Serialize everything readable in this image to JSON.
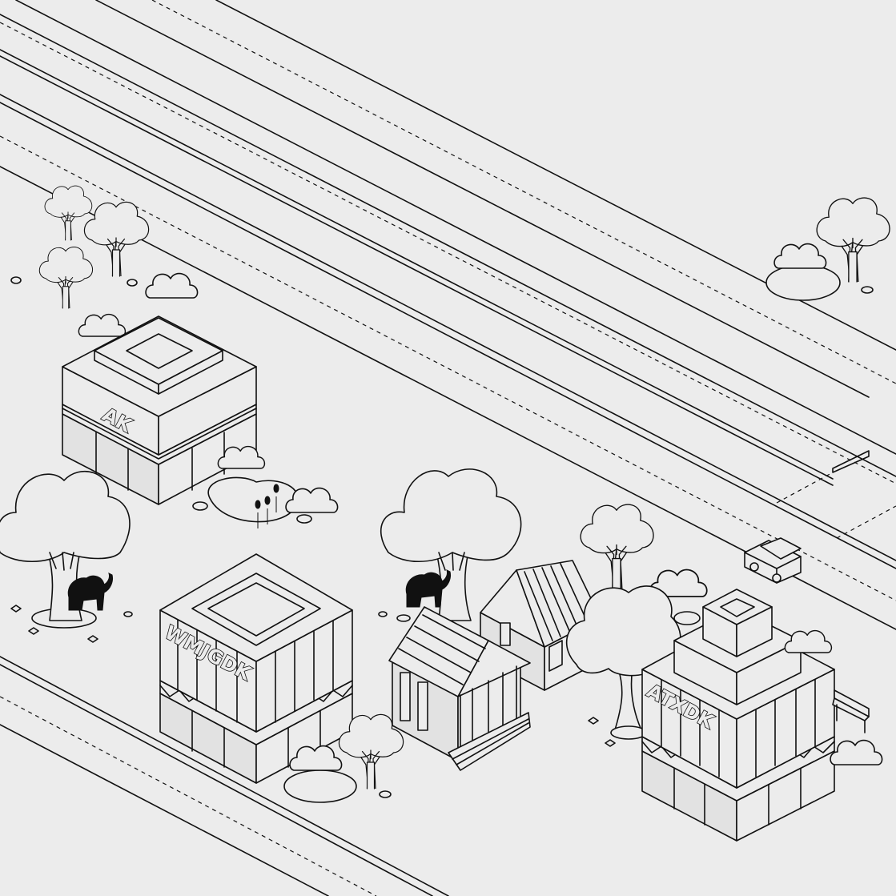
{
  "scene": {
    "colors": {
      "background": "#ececec",
      "ink": "#111111"
    },
    "buildings": [
      {
        "id": "building-ak",
        "sign": "AK"
      },
      {
        "id": "building-wmjgdk",
        "sign": "WMJGDK"
      },
      {
        "id": "building-atxdk",
        "sign": "ATXDK"
      }
    ],
    "icons": [
      "elephant-icon",
      "tree-icon",
      "car-icon",
      "bench-icon",
      "house-icon",
      "temple-icon"
    ]
  }
}
